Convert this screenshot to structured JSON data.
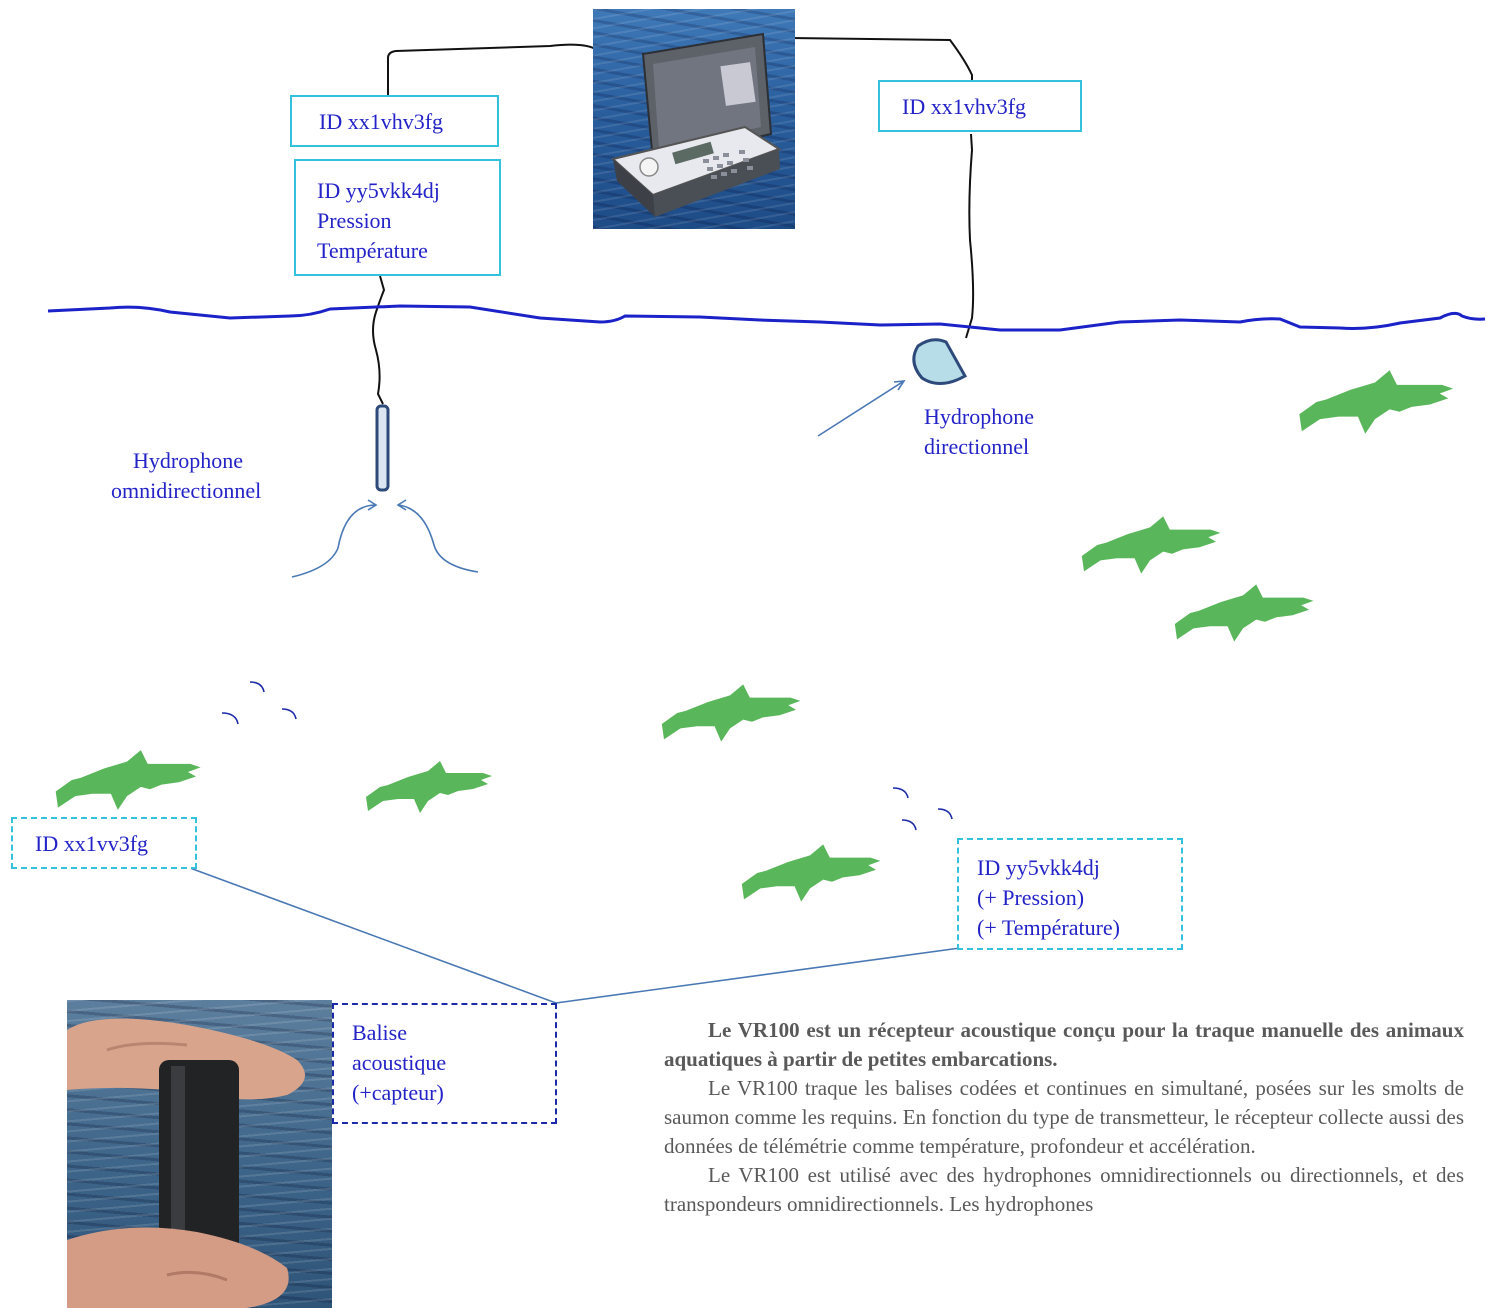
{
  "receiver_labels": {
    "left_id": "ID xx1vhv3fg",
    "right_id": "ID xx1vhv3fg",
    "sensor_box": [
      "ID yy5vkk4dj",
      "Pression",
      "Température"
    ]
  },
  "hydrophones": {
    "omni": [
      "Hydrophone",
      "omnidirectionnel"
    ],
    "directional": [
      "Hydrophone",
      "directionnel"
    ]
  },
  "tags": {
    "tag_a": "ID xx1vv3fg",
    "tag_b": [
      "ID yy5vkk4dj",
      "(+ Pression)",
      "(+ Température)"
    ],
    "balise": [
      "Balise",
      "acoustique",
      "(+capteur)"
    ]
  },
  "description": {
    "lead": "Le VR100 est un récepteur acoustique conçu pour la traque manuelle des animaux aquatiques à partir de petites embarcations.",
    "p1": "Le VR100 traque les balises codées et continues en simultané, posées sur les smolts de saumon comme les requins. En fonction du type de transmetteur, le récepteur collecte aussi des données de télémétrie comme température, profondeur et accélération.",
    "p2": "Le VR100 est utilisé avec des hydrophones omnidirectionnels ou directionnels, et des transpondeurs omnidirectionnels. Les hydrophones"
  },
  "colors": {
    "water_line": "#1a22c8",
    "cable": "#111111",
    "fish": "#5ab65a",
    "box_border": "#33c1dd",
    "label_text": "#2323c8",
    "arrow": "#4a78b4"
  },
  "icons": [
    "receiver-photo",
    "tag-photo",
    "fish-icon",
    "hydrophone-icon",
    "signal-arcs-icon"
  ]
}
